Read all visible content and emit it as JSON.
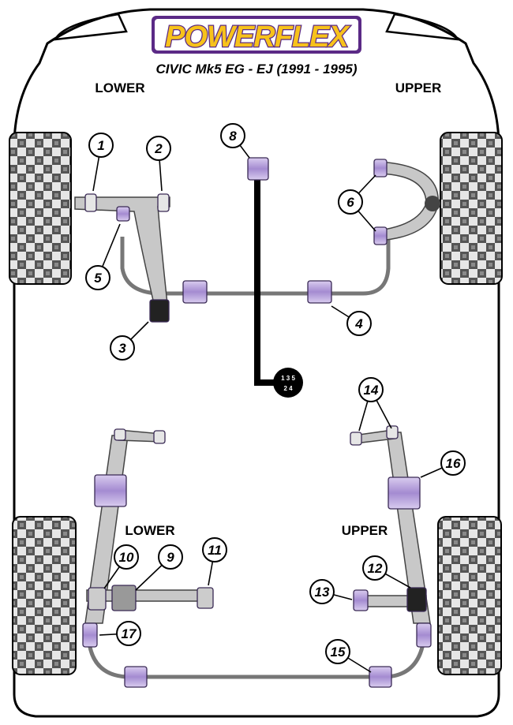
{
  "header": {
    "brand": "POWERFLEX",
    "model": "CIVIC Mk5 EG - EJ (1991 - 1995)"
  },
  "front": {
    "left_label": "LOWER",
    "right_label": "UPPER"
  },
  "rear": {
    "left_label": "LOWER",
    "right_label": "UPPER"
  },
  "gear_knob": {
    "top": "1 3 5",
    "bottom": "2 4"
  },
  "callouts": [
    "1",
    "2",
    "3",
    "4",
    "5",
    "6",
    "8",
    "9",
    "10",
    "11",
    "12",
    "13",
    "14",
    "15",
    "16",
    "17"
  ],
  "colors": {
    "bush_purple": "#b9a6d9",
    "bush_dark_purple": "#6b4aa0",
    "arm_grey": "#c8c8c8",
    "logo_yellow": "#f7c21b",
    "logo_purple": "#5b2a86"
  }
}
